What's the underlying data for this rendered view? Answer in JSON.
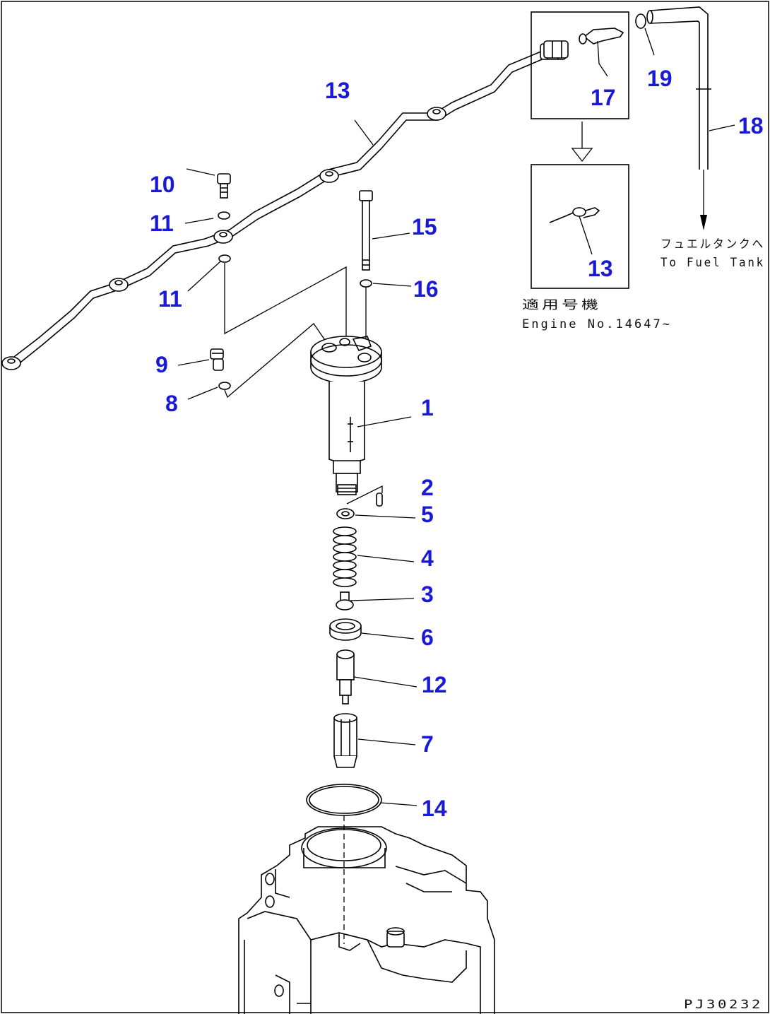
{
  "diagram": {
    "drawing_code": "PJ30232",
    "callouts": {
      "c1": "1",
      "c2": "2",
      "c3": "3",
      "c4": "4",
      "c5": "5",
      "c6": "6",
      "c7": "7",
      "c8": "8",
      "c9": "9",
      "c10": "10",
      "c11a": "11",
      "c11b": "11",
      "c12": "12",
      "c13": "13",
      "c13b": "13",
      "c14": "14",
      "c15": "15",
      "c16": "16",
      "c17": "17",
      "c18": "18",
      "c19": "19"
    },
    "fuel_tank_note": {
      "jp": "フュエルタンクへ",
      "en": "To Fuel Tank"
    },
    "serial_note": {
      "jp": "適用号機",
      "en": "Engine No.14647~"
    },
    "colors": {
      "callout": "#1a1ad6",
      "line": "#000000",
      "background": "#ffffff"
    }
  }
}
